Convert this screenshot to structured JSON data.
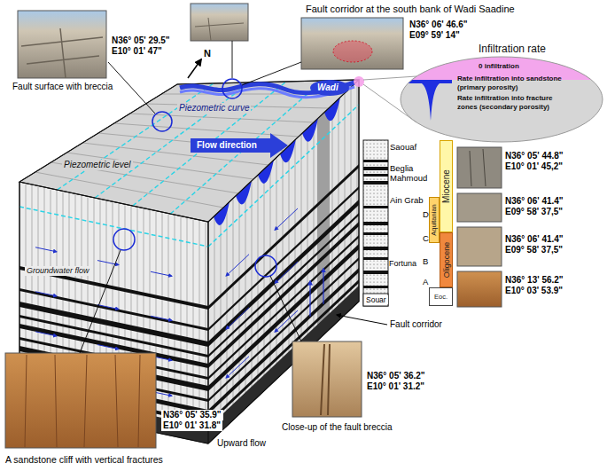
{
  "diagram": {
    "nodes": [
      {
        "text": [
          "Infiltration rate",
          "0 infiltration",
          "Rate infiltration into sandstone (primary porosity)",
          "Rate infiltration into fracture zones (secondary porosity)"
        ]
      },
      {
        "text": [
          "Miocene"
        ]
      },
      {
        "text": [
          "Aquitanian"
        ]
      },
      {
        "text": [
          "Oligocene"
        ]
      },
      {
        "text": [
          "Eoc."
        ]
      }
    ],
    "labels": [
      "Fault surface with breccia",
      "N36° 05' 29.5\"",
      "E10° 01' 47\"",
      "N",
      "Fault corridor at the south bank of Wadi Saadine",
      "N36° 06' 46.6\"",
      "E09° 59' 14\"",
      "Piezometric curve",
      "Flow direction",
      "Wadi",
      "Piezometric level",
      "Groundwater flow",
      "Saouaf",
      "Beglia",
      "Mahmoud",
      "Ain Grab",
      "D",
      "C",
      "B",
      "A",
      "Fortuna",
      "Souar",
      "N36° 05' 44.8\"",
      "E10° 01' 45,2\"",
      "N36° 06' 41.4\"",
      "E09° 58' 37,5\"",
      "N36° 06' 41.4\"",
      "E09° 58' 37,5\"",
      "N36° 13' 56.2\"",
      "E10° 03' 53.9\"",
      "Fault corridor",
      "Upward flow",
      "N36° 05' 36.2\"",
      "E10° 01' 31.2\"",
      "Close-up of the fault breccia",
      "N36° 05' 35.9\"",
      "E10° 01' 31.8\"",
      "A sandstone cliff with vertical fractures"
    ]
  }
}
